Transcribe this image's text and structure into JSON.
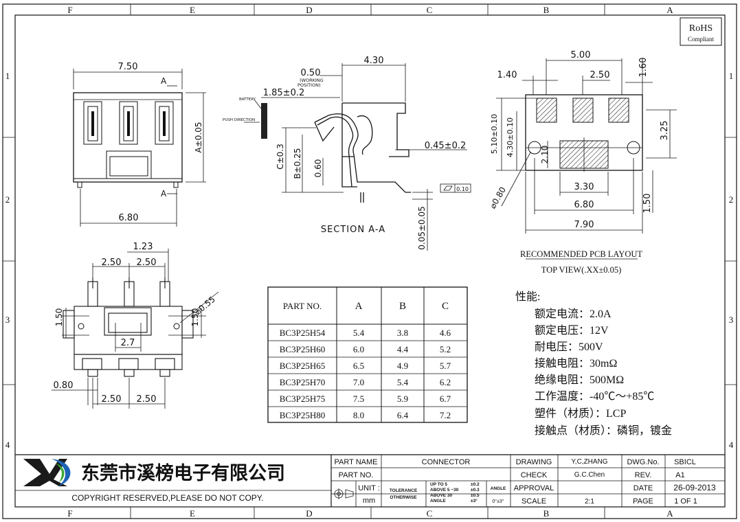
{
  "border": {
    "top_columns": [
      "F",
      "E",
      "D",
      "C",
      "B",
      "A"
    ],
    "bottom_columns": [
      "F",
      "E",
      "D",
      "C",
      "B",
      "A"
    ],
    "left_rows": [
      "1",
      "2",
      "3",
      "4"
    ],
    "right_rows": [
      "1",
      "2",
      "3",
      "4"
    ]
  },
  "rohs": {
    "title": "RoHS",
    "subtitle": "Compliant"
  },
  "front_view": {
    "width_top": "7.50",
    "height_label": "A±0.05",
    "section_mark": "A",
    "width_bottom": "6.80"
  },
  "section_view": {
    "dim_top": "4.30",
    "dim_050": "0.50",
    "working_position": [
      "(WORKING",
      "POSITION)"
    ],
    "dim_185": "1.85±0.2",
    "battery": "BATTERY",
    "push_direction": "PUSH DIRECTION",
    "dim_c": "C±0.3",
    "dim_b": "B±0.25",
    "dim_060": "0.60",
    "dim_045": "0.45±0.2",
    "flatness": "0.10",
    "dim_005": "0.05±0.05",
    "caption": "SECTION A-A"
  },
  "pcb_layout": {
    "dim_500": "5.00",
    "dim_140": "1.40",
    "dim_250": "2.50",
    "dim_160": "1.60",
    "dim_510": "5.10±0.10",
    "dim_430": "4.30±0.10",
    "dim_210": "2.10",
    "dim_325": "3.25",
    "dim_330": "3.30",
    "dim_680": "6.80",
    "dim_790": "7.90",
    "dim_080": "⌀0.80",
    "dim_150": "1.50",
    "title": "RECOMMENDED PCB LAYOUT",
    "subtitle": "TOP VIEW(.XX±0.05)"
  },
  "bottom_view": {
    "dim_123": "1.23",
    "dim_250a": "2.50",
    "dim_250b": "2.50",
    "dim_150l": "1.50",
    "dim_150r": "1.50",
    "dim_055": "⌀0.55",
    "dim_27": "2.7",
    "dim_080": "0.80",
    "dim_250c": "2.50",
    "dim_250d": "2.50"
  },
  "part_table": {
    "headers": [
      "PART NO.",
      "A",
      "B",
      "C"
    ],
    "rows": [
      [
        "BC3P25H54",
        "5.4",
        "3.8",
        "4.6"
      ],
      [
        "BC3P25H60",
        "6.0",
        "4.4",
        "5.2"
      ],
      [
        "BC3P25H65",
        "6.5",
        "4.9",
        "5.7"
      ],
      [
        "BC3P25H70",
        "7.0",
        "5.4",
        "6.2"
      ],
      [
        "BC3P25H75",
        "7.5",
        "5.9",
        "6.7"
      ],
      [
        "BC3P25H80",
        "8.0",
        "6.4",
        "7.2"
      ]
    ]
  },
  "specs": {
    "heading": "性能:",
    "lines": [
      "额定电流：2.0A",
      "额定电压：12V",
      "耐电压：500V",
      "接触电阻：30mΩ",
      "绝缘电阻：500MΩ",
      "工作温度：-40℃～+85℃",
      "塑件（材质）：LCP",
      "接触点（材质）：磷铜，镀金"
    ]
  },
  "title_block": {
    "company": "东莞市溪榜电子有限公司",
    "copyright": "COPYRIGHT RESERVED,PLEASE DO NOT COPY.",
    "part_name_label": "PART NAME",
    "part_name": "CONNECTOR",
    "part_no_label": "PART NO.",
    "unit_label": "UNIT :",
    "unit": "mm",
    "tolerance": "TOLERANCE",
    "otherwise": "OTHERWISE",
    "tol_rows": [
      [
        "UP TO 5",
        "±0.2"
      ],
      [
        "ABOVE 5 ~30",
        "±0.3"
      ],
      [
        "ABOVE 30",
        "±0.5"
      ]
    ],
    "angle_small": "ANGLE",
    "angle_tol": "±3°",
    "angle_label": "ANGLE",
    "angle_val": "0°±3°",
    "drawing_label": "DRAWING",
    "drawing": "Y,C,ZHANG",
    "check_label": "CHECK",
    "check": "G.C.Chen",
    "approval_label": "APPROVAL",
    "approval": "",
    "scale_label": "SCALE",
    "scale": "2:1",
    "dwg_label": "DWG.No.",
    "dwg": "SBICL",
    "rev_label": "REV.",
    "rev": "A1",
    "date_label": "DATE",
    "date": "26-09-2013",
    "page_label": "PAGE",
    "page": "1 OF 1"
  },
  "colors": {
    "logo_blue": "#1e63b5",
    "logo_green": "#3aa935",
    "logo_dark": "#1a1a1a",
    "company_blue": "#1f4fa3"
  }
}
